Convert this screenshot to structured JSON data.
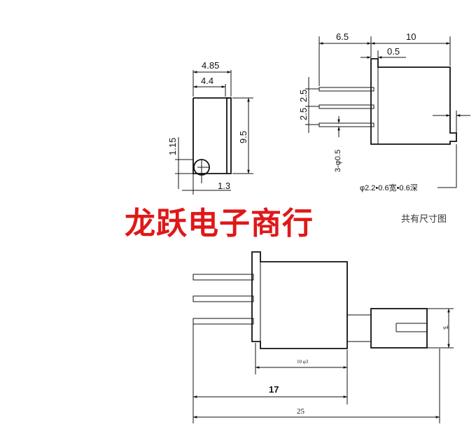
{
  "banner_text": "龙跃电子商行",
  "note_all_dimensions": "共有尺寸图",
  "front_view": {
    "width_outer": "4.85",
    "width_inner": "4.4",
    "height": "9.5",
    "pin_offset": "1.15",
    "bottom_offset": "1.3"
  },
  "side_view": {
    "pin_length": "6.5",
    "body_length": "10",
    "step": "0.5",
    "pitch_1": "2.5",
    "pitch_2": "2.5",
    "pin_dia": "3-φ0.5",
    "adjust_hole": "φ2.2•0.6宽•0.6深"
  },
  "bottom_view": {
    "small_label": "10 φ3",
    "mid_length": "17",
    "total_length": "25",
    "shaft_dia": "φ4"
  }
}
